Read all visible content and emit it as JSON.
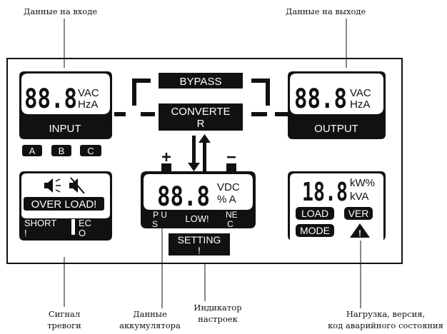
{
  "annotations": {
    "input_data": "Данные на входе",
    "output_data": "Данные на выходе",
    "alarm_line1": "Сигнал",
    "alarm_line2": "тревоги",
    "battery_line1": "Данные",
    "battery_line2": "аккумулятора",
    "setting_line1": "Индикатор",
    "setting_line2": "настроек",
    "load_line1": "Нагрузка, версия,",
    "load_line2": "код аварийного состояния"
  },
  "input_panel": {
    "digits": "88.8",
    "unit_top": "VAC",
    "unit_bottom": "HzA",
    "label": "INPUT",
    "phases": [
      "A",
      "B",
      "C"
    ]
  },
  "output_panel": {
    "digits": "88.8",
    "unit_top": "VAC",
    "unit_bottom": "HzA",
    "label": "OUTPUT"
  },
  "center": {
    "bypass": "BYPASS",
    "converter_line1": "CONVERTE",
    "converter_line2": "R"
  },
  "battery_panel": {
    "plus": "+",
    "minus": "−",
    "digits": "88.8",
    "unit_top": "VDC",
    "unit_bottom": "% A",
    "tag_left_1": "P U",
    "tag_left_2": "S",
    "tag_mid": "LOW!",
    "tag_right_1": "NE",
    "tag_right_2": "C",
    "setting_1": "SETTING",
    "setting_2": "!"
  },
  "alarm_panel": {
    "speaker_icon": "speaker-on-icon",
    "mute_icon": "speaker-mute-icon",
    "overload": "OVER LOAD!",
    "short_1": "SHORT",
    "short_2": "!",
    "eco_1": "EC",
    "eco_2": "O"
  },
  "load_panel": {
    "digits": "18.8",
    "unit_top": "kW%",
    "unit_bottom": "kVA",
    "load": "LOAD",
    "ver": "VER",
    "mode": "MODE",
    "warning": "!"
  },
  "colors": {
    "ink": "#111111",
    "paper": "#ffffff"
  }
}
